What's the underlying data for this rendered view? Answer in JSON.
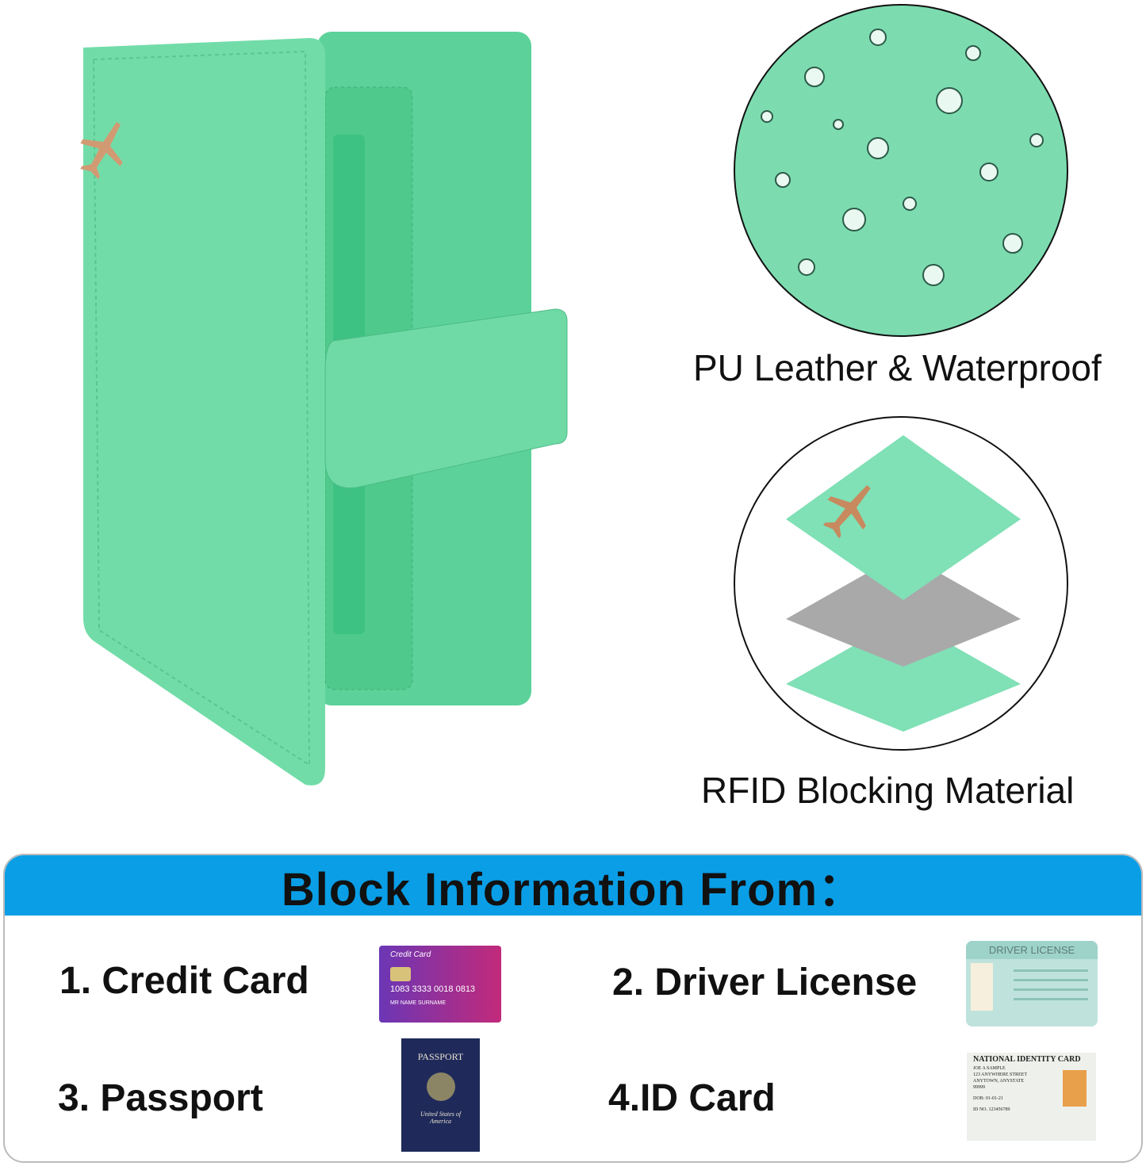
{
  "features": [
    {
      "label": "PU Leather & Waterproof",
      "icon": "water-droplets-icon"
    },
    {
      "label": "RFID Blocking Material",
      "icon": "layers-icon"
    }
  ],
  "banner": {
    "title": "Block Information From："
  },
  "items": [
    {
      "label": "1. Credit Card",
      "icon": "credit-card-icon",
      "card_text": "Credit Card",
      "card_number": "1083 3333 0018 0813",
      "card_name": "MR NAME SURNAME"
    },
    {
      "label": "2. Driver License",
      "icon": "driver-license-icon",
      "card_text": "DRIVER LICENSE"
    },
    {
      "label": "3. Passport",
      "icon": "passport-icon",
      "card_text": "PASSPORT",
      "card_sub": "United States of America"
    },
    {
      "label": "4.ID Card",
      "icon": "id-card-icon",
      "card_text": "NATIONAL IDENTITY CARD",
      "card_lines": [
        "JOE A SAMPLE",
        "123 ANYWHERE STREET",
        "ANYTOWN, ANYSTATE",
        "99999",
        "DOB: 01-01-21",
        "ID NO. 123456789"
      ]
    }
  ],
  "colors": {
    "mint": "#6fdcaa",
    "banner": "#0a9ee6",
    "gold": "#c8895e"
  }
}
